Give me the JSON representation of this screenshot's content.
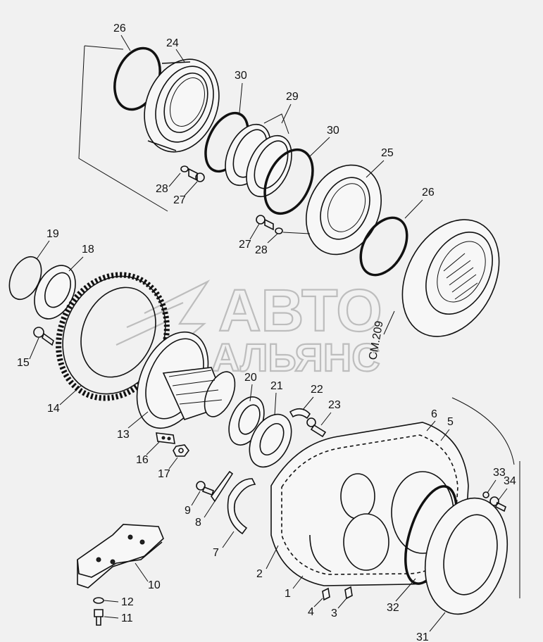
{
  "watermark": {
    "line1": "АВТО",
    "line2": "АЛЬЯНС"
  },
  "diagram_code": "CM.209",
  "callouts": {
    "c1": "1",
    "c2": "2",
    "c3": "3",
    "c4": "4",
    "c5": "5",
    "c6": "6",
    "c7": "7",
    "c8": "8",
    "c9": "9",
    "c10": "10",
    "c11": "11",
    "c12": "12",
    "c13": "13",
    "c14": "14",
    "c15": "15",
    "c16": "16",
    "c17": "17",
    "c18": "18",
    "c19": "19",
    "c20": "20",
    "c21": "21",
    "c22": "22",
    "c23": "23",
    "c24": "24",
    "c25": "25",
    "c26a": "26",
    "c26b": "26",
    "c27a": "27",
    "c27b": "27",
    "c28a": "28",
    "c28b": "28",
    "c29": "29",
    "c30a": "30",
    "c30b": "30",
    "c31": "31",
    "c32": "32",
    "c33": "33",
    "c34": "34"
  }
}
